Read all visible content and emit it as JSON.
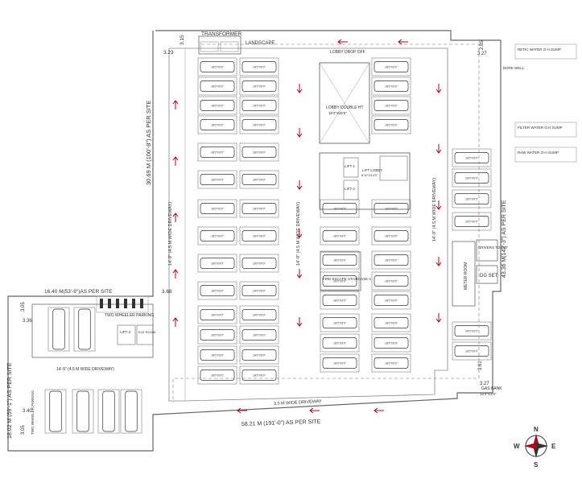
{
  "dims": {
    "top_left": "3.15",
    "top_left2": "3.23",
    "left_height": "30.69 M (100'-8\") AS PER SITE",
    "left_mid": "3.68",
    "mid_width": "16.40 M(53'-9\")AS PER SITE",
    "left_lower_height": "18.02 M (59'-1\") AS PER SITE",
    "left_lower_a": "3.05",
    "left_lower_b": "3.36",
    "left_lower_c": "3.40",
    "left_lower_d": "3.05",
    "bottom_width": "58.21 M (191'-0\") AS PER SITE",
    "right_height": "43.36 M(142'-3\") AS PER SITE",
    "right_top_a": "2.85",
    "right_top_b": "3.27",
    "right_bottom_a": "3.61",
    "right_bottom_b": "3.27"
  },
  "labels": {
    "transformer": "TRANSFORMER",
    "landscape": "LANDSCAPE",
    "lobby_drop_off": "LOBBY DROP OFF",
    "lobby_double": "LOBBY DOUBLE HT",
    "lobby_size": "16'3\"X35'5\"",
    "lift_lobby": "LIFT LOBBY",
    "lift_lobby_size": "8'10\"X14'0\"",
    "lift1": "LIFT-1",
    "lift2": "LIFT-2",
    "lift3": "LIFT-3",
    "ele_room": "ELE ROOM",
    "fire_escape": "FIRE ESCAPE STAIRCASE-1",
    "meter_room": "METER ROOM",
    "drivers_toilet": "DRIVERS TOILET",
    "dg_set": "DG SET",
    "gas_bank": "GAS BANK",
    "gas_bank_size": "10'4\"X3'3\"",
    "two_wheeler": "TWO WHEELER PARKING",
    "two_wheeler_parking": "TWO WHEELER PARKING",
    "driveway_left": "14'-9\" (4.5 M WIDE DRIVEWAY)",
    "driveway_mid": "14'-9\" (4.5 M WIDE DRIVEWAY)",
    "driveway_right": "14'-9\" (4.5 M WIDE DRIVEWAY)",
    "driveway_lower": "14'-9\" (4.5 M WIDE DRIVEWAY)",
    "driveway_3m": "3.0 M WIDE DRIVEWAY",
    "bore_well": "BORE WELL",
    "retic_water": "RETIC WATER O.H.SUMP",
    "filter_water": "FILTER WATER O.H.SUMP",
    "raw_water": "RAW WATER O.H.SUMP",
    "car_size": "18'0\"X9'0\"",
    "compass_n": "N",
    "compass_s": "S",
    "compass_e": "E",
    "compass_w": "W"
  },
  "colors": {
    "line": "#555555",
    "arrow": "#b3001b",
    "dash": "#7a3a8a",
    "car": "#333333"
  }
}
